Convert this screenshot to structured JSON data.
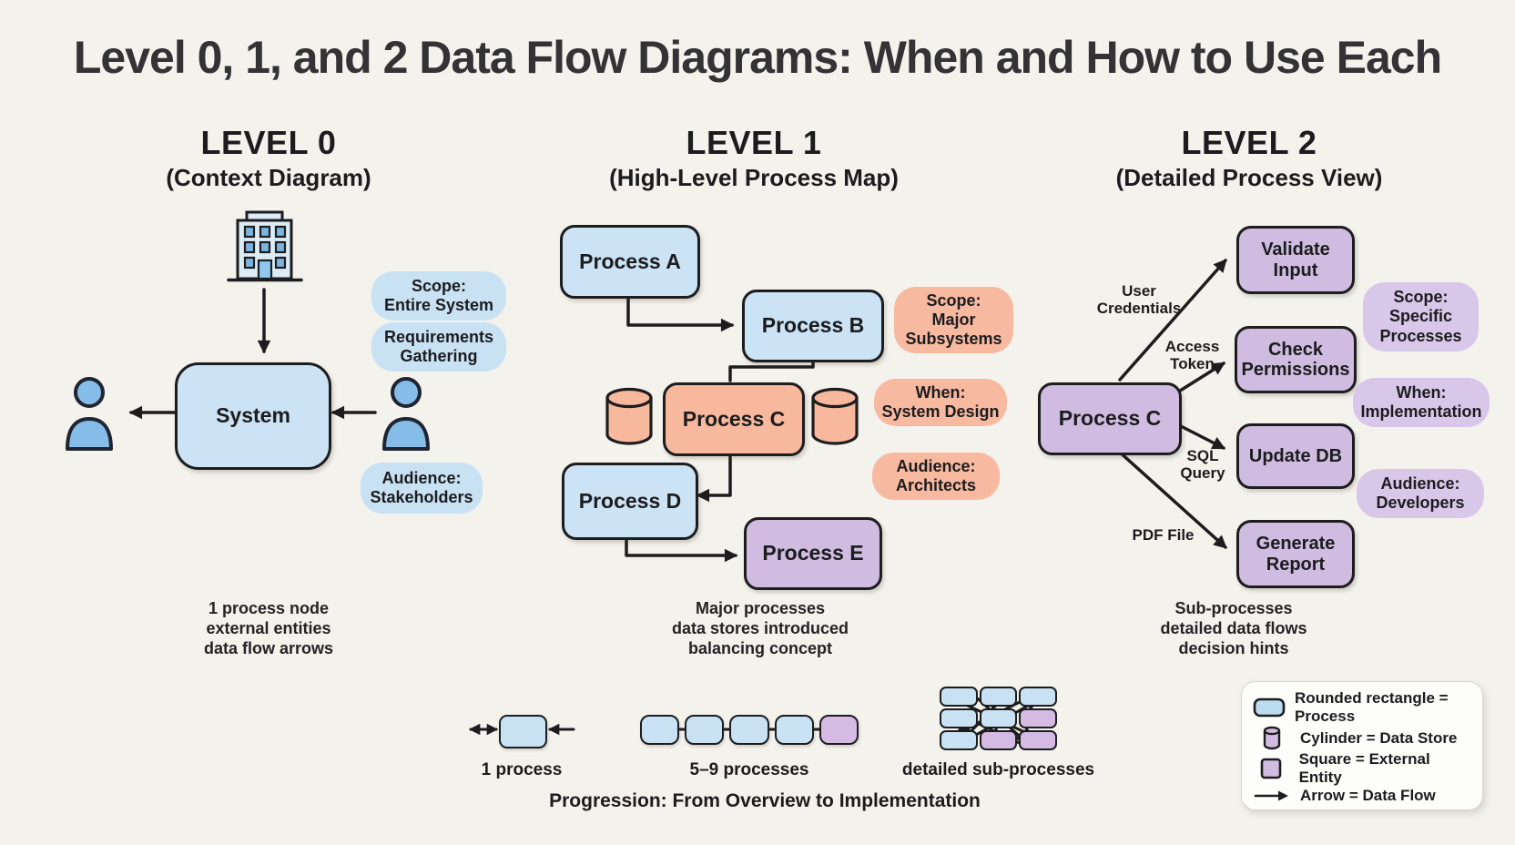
{
  "title": "Level 0, 1, and 2 Data Flow Diagrams: When and How to Use Each",
  "colors": {
    "background": "#f4f2ec",
    "process_blue": "#cbe3f4",
    "data_store_salmon": "#f8b89d",
    "external_entity_purple": "#cfbce0",
    "person_icon_blue": "#85bce8",
    "outline_black": "#1d1d1f"
  },
  "level0": {
    "heading": "LEVEL 0",
    "subheading": "(Context Diagram)",
    "system_box": "System",
    "bubbles": [
      {
        "label": "Scope:\nEntire System"
      },
      {
        "label": "Requirements\nGathering"
      },
      {
        "label": "Audience:\nStakeholders"
      }
    ],
    "caption": "1 process node\nexternal entities\ndata flow arrows"
  },
  "level1": {
    "heading": "LEVEL 1",
    "subheading": "(High-Level Process Map)",
    "boxes": [
      {
        "label": "Process A",
        "color": "blue"
      },
      {
        "label": "Process B",
        "color": "blue"
      },
      {
        "label": "Process C",
        "color": "salmon"
      },
      {
        "label": "Process D",
        "color": "blue"
      },
      {
        "label": "Process E",
        "color": "purple"
      }
    ],
    "bubbles": [
      {
        "label": "Scope:\nMajor\nSubsystems"
      },
      {
        "label": "When:\nSystem Design"
      },
      {
        "label": "Audience:\nArchitects"
      }
    ],
    "caption": "Major processes\ndata stores introduced\nbalancing concept"
  },
  "level2": {
    "heading": "LEVEL 2",
    "subheading": "(Detailed Process View)",
    "main_box": "Process C",
    "sub_boxes": [
      {
        "label": "Validate\nInput"
      },
      {
        "label": "Check\nPermissions"
      },
      {
        "label": "Update DB"
      },
      {
        "label": "Generate\nReport"
      }
    ],
    "flow_labels": [
      {
        "label": "User\nCredentials"
      },
      {
        "label": "Access\nToken"
      },
      {
        "label": "SQL\nQuery"
      },
      {
        "label": "PDF File"
      }
    ],
    "bubbles": [
      {
        "label": "Scope:\nSpecific\nProcesses"
      },
      {
        "label": "When:\nImplementation"
      },
      {
        "label": "Audience:\nDevelopers"
      }
    ],
    "caption": "Sub-processes\ndetailed data flows\ndecision hints"
  },
  "progression": {
    "items": [
      {
        "label": "1 process"
      },
      {
        "label": "5–9 processes"
      },
      {
        "label": "detailed sub-processes"
      }
    ],
    "chain_colors": [
      "blue",
      "blue",
      "blue",
      "blue",
      "purple"
    ],
    "grid_colors": [
      [
        "blue",
        "blue",
        "blue"
      ],
      [
        "blue",
        "blue",
        "purple"
      ],
      [
        "blue",
        "purple",
        "purple"
      ]
    ],
    "caption": "Progression: From Overview to Implementation"
  },
  "legend": {
    "items": [
      {
        "icon": "rounded-rectangle-icon",
        "label": "Rounded rectangle = Process"
      },
      {
        "icon": "cylinder-icon",
        "label": "Cylinder = Data Store"
      },
      {
        "icon": "square-icon",
        "label": "Square = External Entity"
      },
      {
        "icon": "arrow-icon",
        "label": "Arrow = Data Flow"
      }
    ]
  }
}
